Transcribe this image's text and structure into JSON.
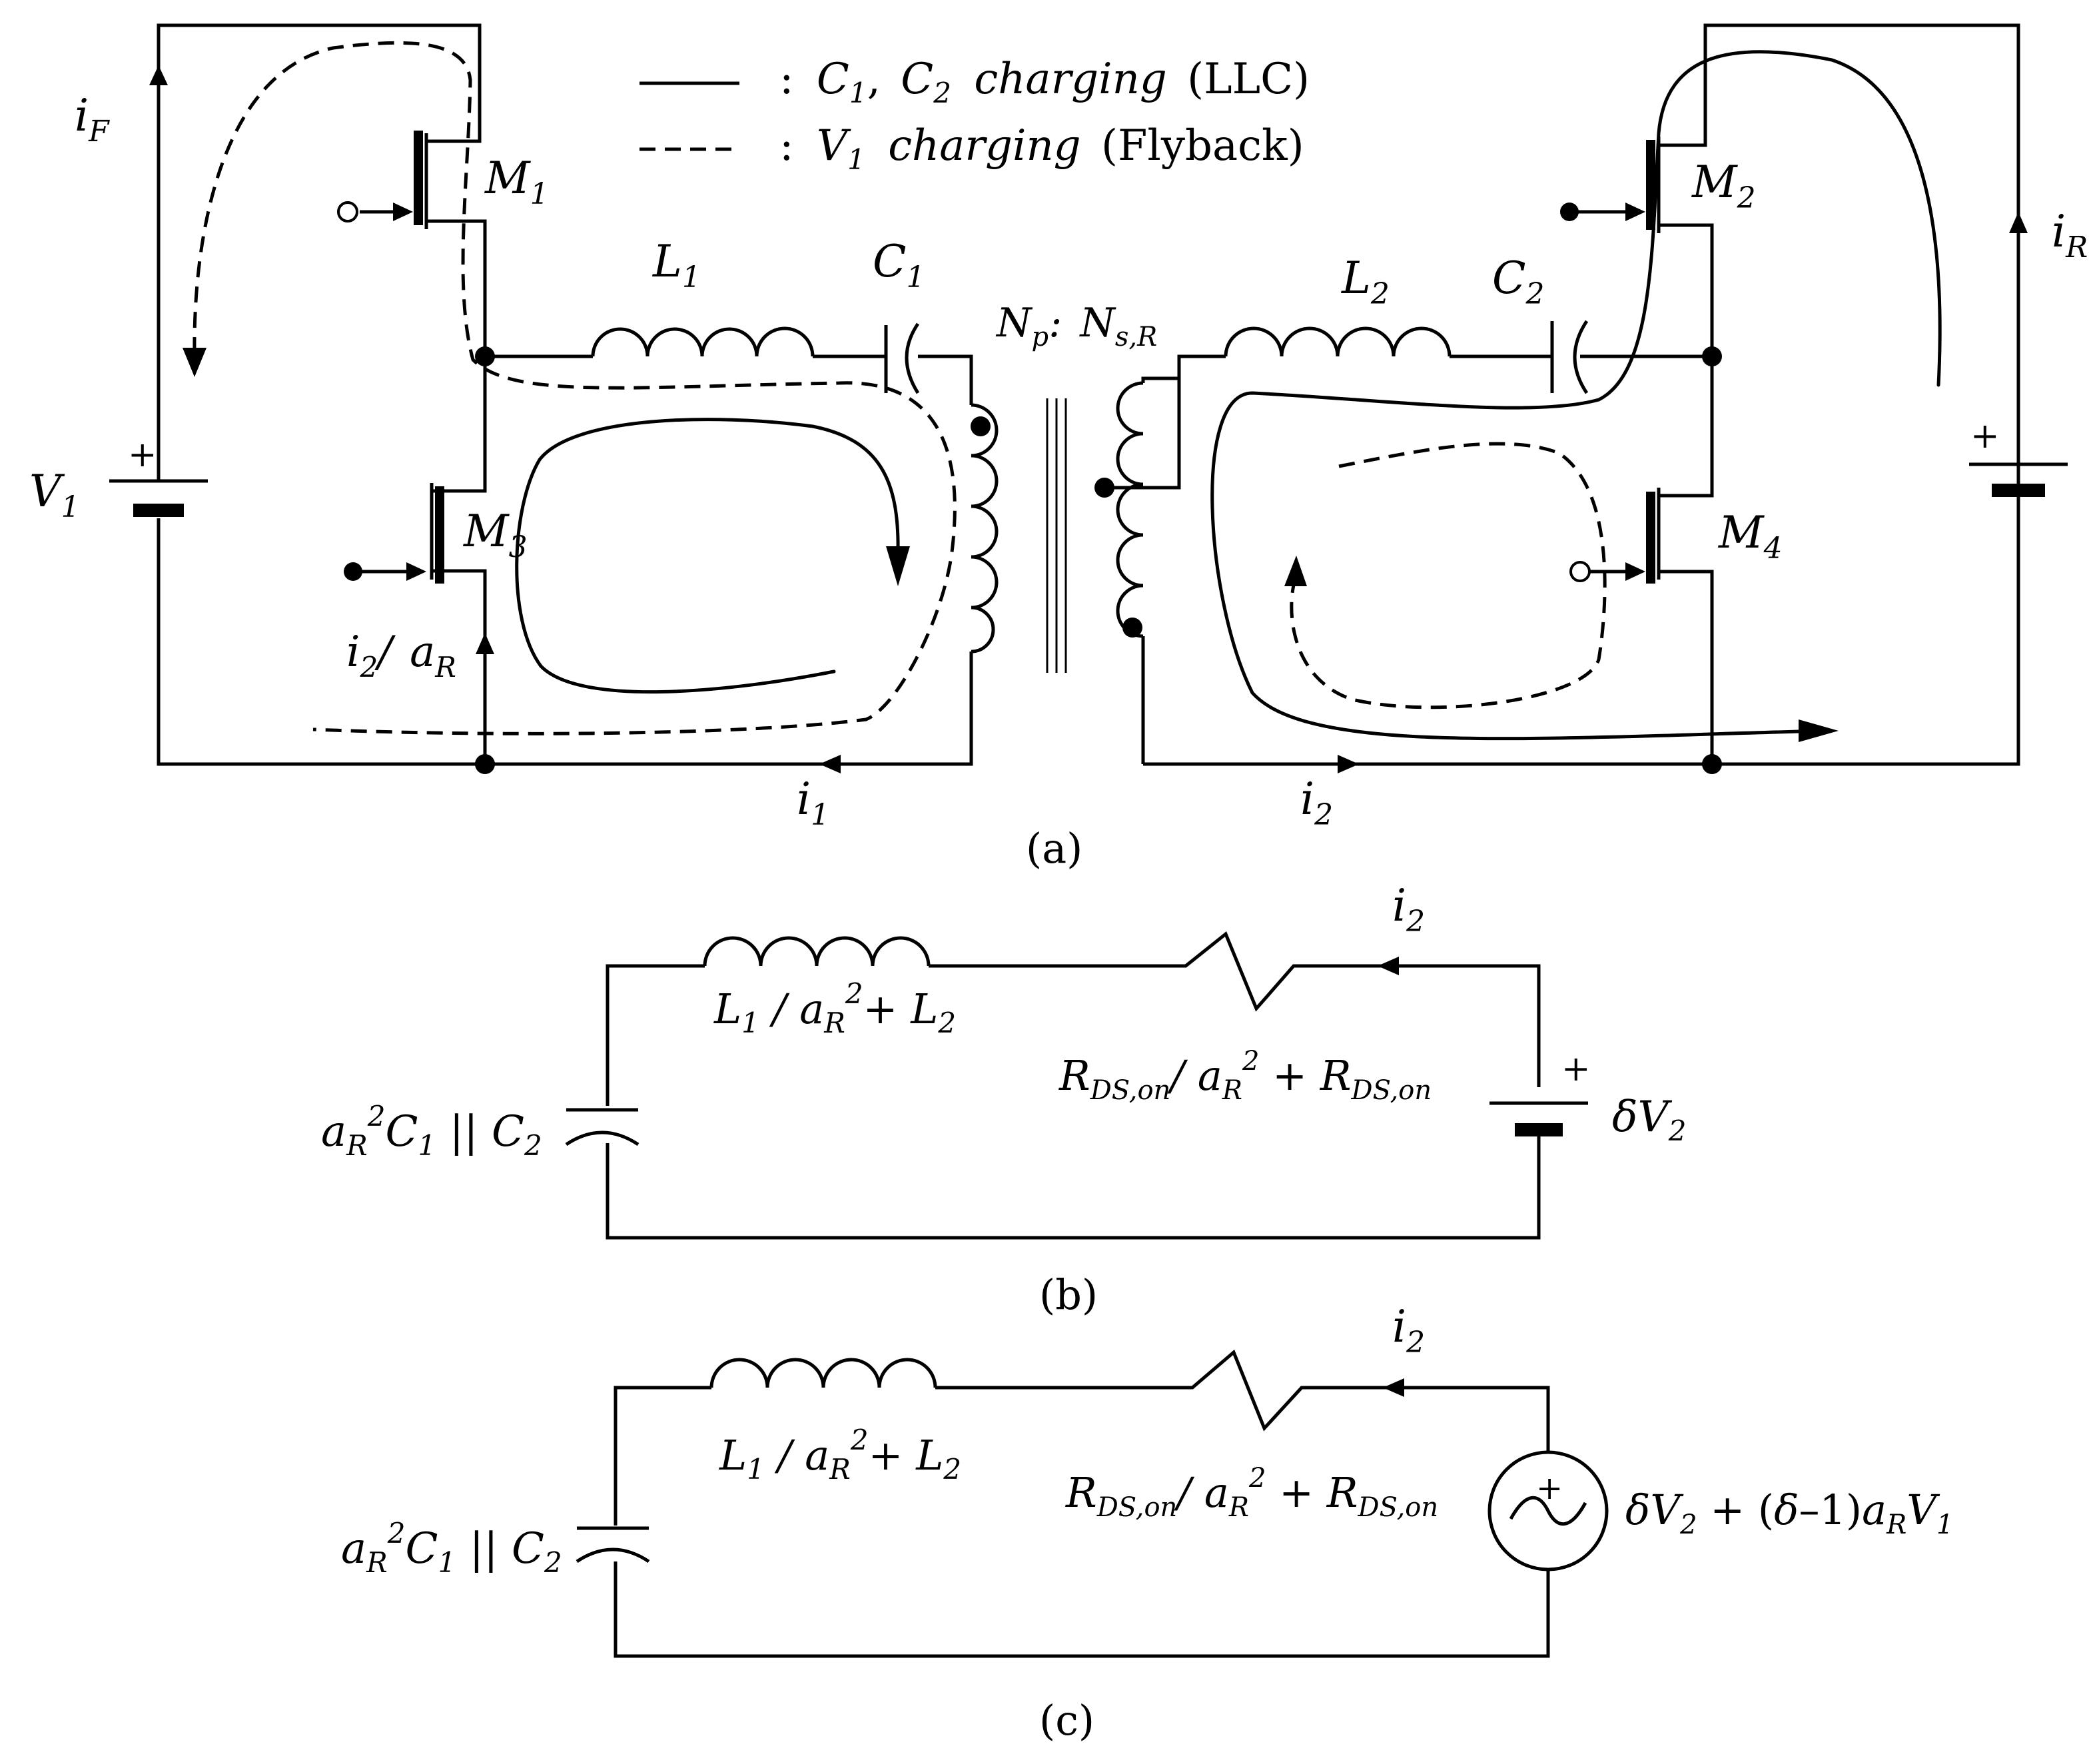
{
  "legend": {
    "solid": {
      "colon": ":",
      "c1": "C",
      "c1_sub": "1",
      "comma": ",",
      "c2": "C",
      "c2_sub": "2",
      "charging": "charging",
      "mode": "(LLC)"
    },
    "dashed": {
      "colon": ":",
      "v1": "V",
      "v1_sub": "1",
      "charging": "charging",
      "mode": "(Flyback)"
    }
  },
  "circuit_a": {
    "caption": "(a)",
    "V1": {
      "main": "V",
      "sub": "1",
      "plus": "+"
    },
    "iF": {
      "main": "i",
      "sub": "F"
    },
    "iR": {
      "main": "i",
      "sub": "R"
    },
    "M1": {
      "main": "M",
      "sub": "1"
    },
    "M2": {
      "main": "M",
      "sub": "2"
    },
    "M3": {
      "main": "M",
      "sub": "3"
    },
    "M4": {
      "main": "M",
      "sub": "4"
    },
    "L1": {
      "main": "L",
      "sub": "1"
    },
    "C1": {
      "main": "C",
      "sub": "1"
    },
    "L2": {
      "main": "L",
      "sub": "2"
    },
    "C2": {
      "main": "C",
      "sub": "2"
    },
    "ratio": {
      "np": "N",
      "np_sub": "p",
      "sep": ":",
      "ns": "N",
      "ns_sub": "s,R"
    },
    "i2aR": {
      "i": "i",
      "i_sub": "2",
      "slash": "/",
      "a": "a",
      "a_sub": "R"
    },
    "i1": {
      "main": "i",
      "sub": "1"
    },
    "i2": {
      "main": "i",
      "sub": "2"
    },
    "VR_plus": "+"
  },
  "circuit_b": {
    "caption": "(b)",
    "i2": {
      "main": "i",
      "sub": "2"
    },
    "inductance": {
      "l": "L",
      "l_sub": "1",
      "slash": " / ",
      "a": "a",
      "a_sub": "R",
      "sup": "2",
      "plus": "+ ",
      "l2": "L",
      "l2_sub": "2"
    },
    "resistance": {
      "r": "R",
      "r_sub": "DS,on",
      "slash": "/ ",
      "a": "a",
      "a_sub": "R",
      "sup": "2",
      "plus": " + ",
      "r2": "R",
      "r2_sub": "DS,on"
    },
    "capacitance": {
      "a": "a",
      "a_sub": "R",
      "sup": "2",
      "c1": "C",
      "c1_sub": "1",
      "par": " || ",
      "c2": "C",
      "c2_sub": "2"
    },
    "source": {
      "delta": "δ",
      "v": "V",
      "v_sub": "2",
      "plus": "+"
    }
  },
  "circuit_c": {
    "caption": "(c)",
    "i2": {
      "main": "i",
      "sub": "2"
    },
    "inductance": {
      "l": "L",
      "l_sub": "1",
      "slash": " / ",
      "a": "a",
      "a_sub": "R",
      "sup": "2",
      "plus": "+ ",
      "l2": "L",
      "l2_sub": "2"
    },
    "resistance": {
      "r": "R",
      "r_sub": "DS,on",
      "slash": "/ ",
      "a": "a",
      "a_sub": "R",
      "sup": "2",
      "plus": " + ",
      "r2": "R",
      "r2_sub": "DS,on"
    },
    "capacitance": {
      "a": "a",
      "a_sub": "R",
      "sup": "2",
      "c1": "C",
      "c1_sub": "1",
      "par": " || ",
      "c2": "C",
      "c2_sub": "2"
    },
    "source": {
      "delta": "δ",
      "v2": "V",
      "v2_sub": "2",
      "mid": " + (",
      "delta2": "δ",
      "minus": "–1)",
      "a": "a",
      "a_sub": "R",
      "v1": "V",
      "v1_sub": "1",
      "plus": "+"
    }
  }
}
